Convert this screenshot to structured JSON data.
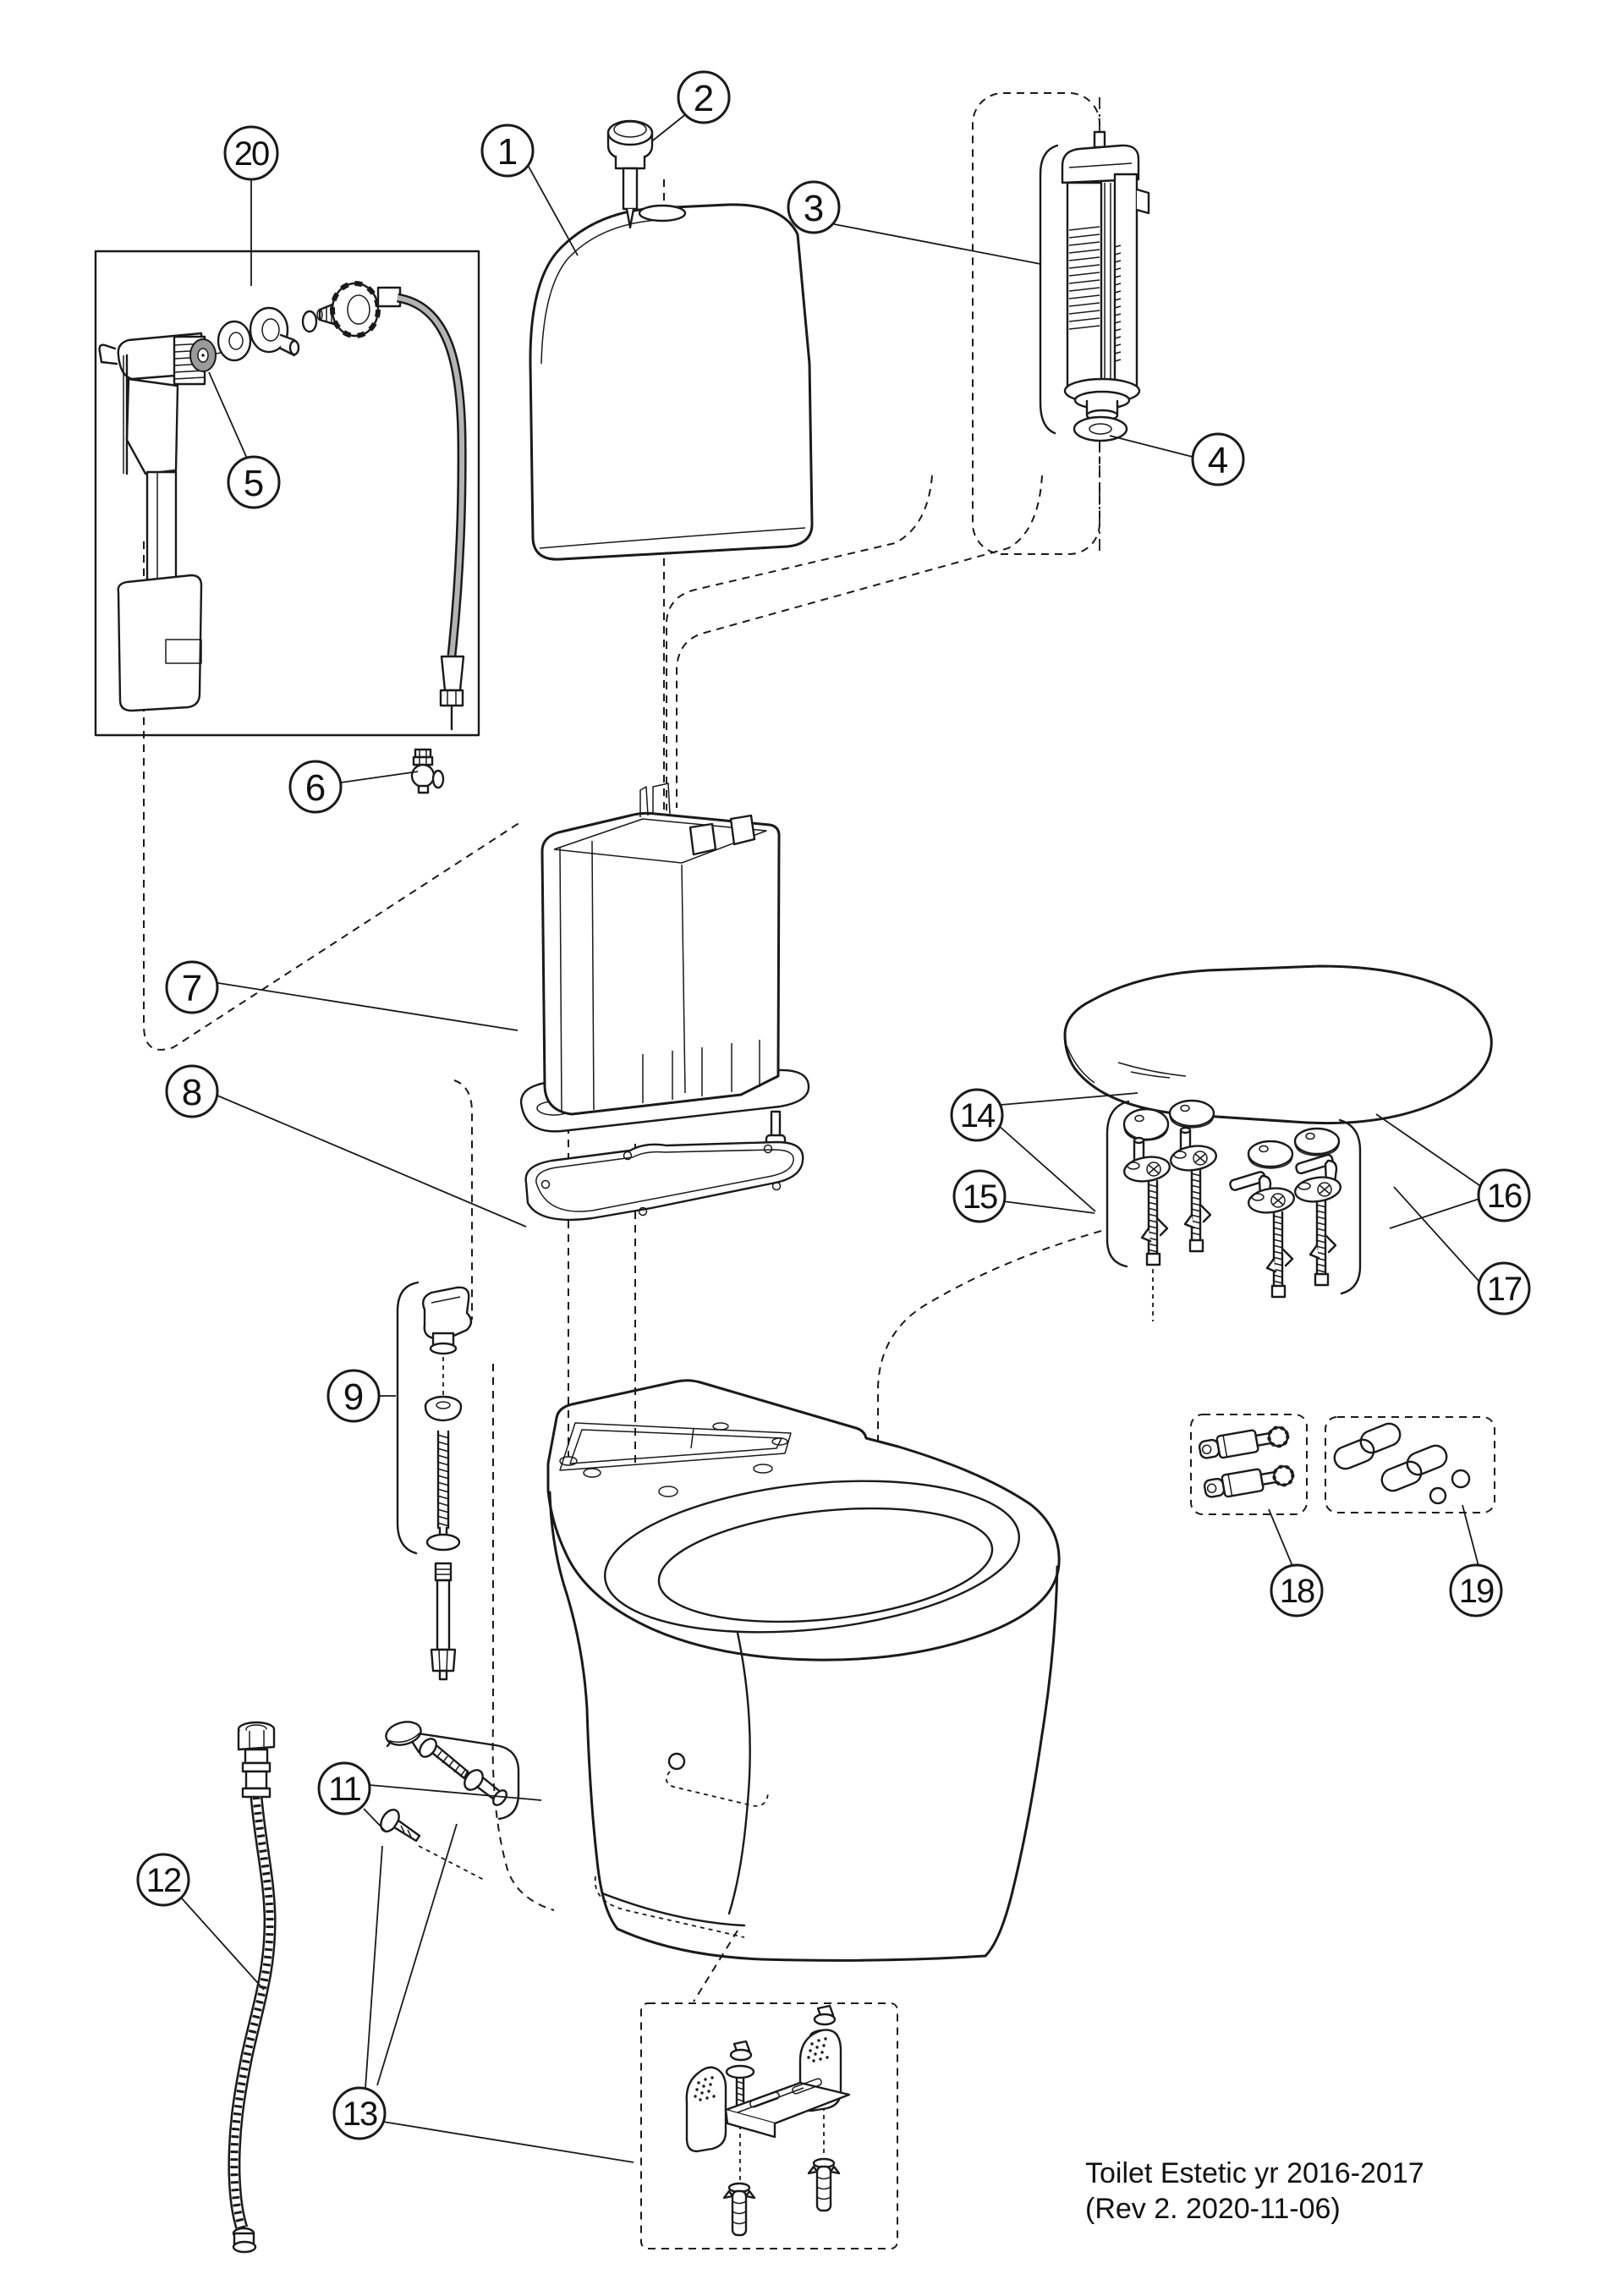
{
  "footer": {
    "line1": "Toilet Estetic yr 2016-2017",
    "line2": "(Rev 2. 2020-11-06)"
  },
  "callouts": {
    "c1": {
      "label": "1"
    },
    "c2": {
      "label": "2"
    },
    "c3": {
      "label": "3"
    },
    "c4": {
      "label": "4"
    },
    "c5": {
      "label": "5"
    },
    "c6": {
      "label": "6"
    },
    "c7": {
      "label": "7"
    },
    "c8": {
      "label": "8"
    },
    "c9": {
      "label": "9"
    },
    "c11": {
      "label": "11"
    },
    "c12": {
      "label": "12"
    },
    "c13": {
      "label": "13"
    },
    "c14": {
      "label": "14"
    },
    "c15": {
      "label": "15"
    },
    "c16": {
      "label": "16"
    },
    "c17": {
      "label": "17"
    },
    "c18": {
      "label": "18"
    },
    "c19": {
      "label": "19"
    },
    "c20": {
      "label": "20"
    }
  }
}
